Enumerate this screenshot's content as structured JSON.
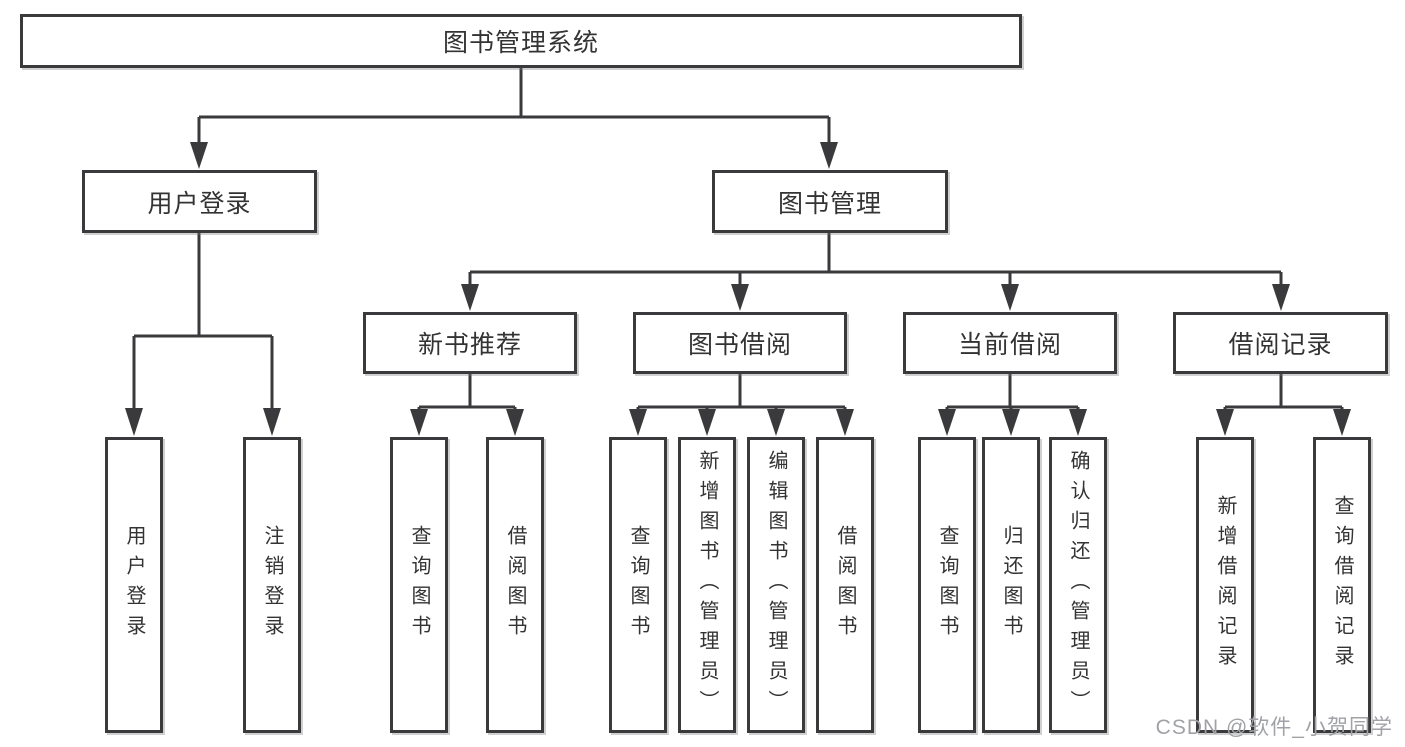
{
  "tree": {
    "label": "图书管理系统",
    "children": [
      {
        "label": "用户登录",
        "children": [
          {
            "label": "用户登录"
          },
          {
            "label": "注销登录"
          }
        ]
      },
      {
        "label": "图书管理",
        "children": [
          {
            "label": "新书推荐",
            "children": [
              {
                "label": "查询图书"
              },
              {
                "label": "借阅图书"
              }
            ]
          },
          {
            "label": "图书借阅",
            "children": [
              {
                "label": "查询图书"
              },
              {
                "label": "新增图书（管理员）"
              },
              {
                "label": "编辑图书（管理员）"
              },
              {
                "label": "借阅图书"
              }
            ]
          },
          {
            "label": "当前借阅",
            "children": [
              {
                "label": "查询图书"
              },
              {
                "label": "归还图书"
              },
              {
                "label": "确认归还（管理员）"
              }
            ]
          },
          {
            "label": "借阅记录",
            "children": [
              {
                "label": "新增借阅记录"
              },
              {
                "label": "查询借阅记录"
              }
            ]
          }
        ]
      }
    ]
  },
  "watermark": {
    "text": "CSDN @软件_小贺同学"
  },
  "colors": {
    "line": "#3a3a3c",
    "box_border": "#3a3a3c",
    "box_fill": "#ffffff",
    "text": "#333333",
    "watermark_text": "#a0a2a7"
  }
}
